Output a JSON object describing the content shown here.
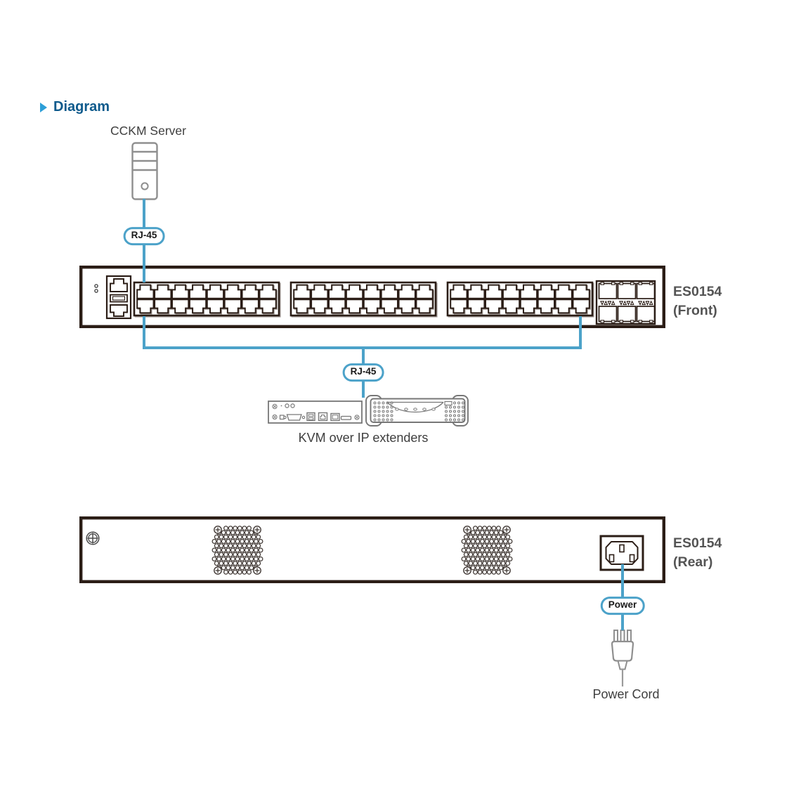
{
  "title": {
    "label": "Diagram"
  },
  "labels": {
    "server": "CCKM Server",
    "extenders": "KVM over IP extenders",
    "power_cord": "Power Cord",
    "front_device": [
      "ES0154",
      "(Front)"
    ],
    "rear_device": [
      "ES0154",
      "(Rear)"
    ]
  },
  "connectors": {
    "top": "RJ-45",
    "middle": "RJ-45",
    "power": "Power"
  },
  "front_panel": {
    "rj45_group_count": 3,
    "rj45_ports_per_row": 8,
    "rj45_rows": 2,
    "sfp_columns": 3,
    "sfp_rows": 2,
    "console_rj45_ports": 2,
    "usb_ports": 1,
    "led_count": 2
  },
  "rear_panel": {
    "fan_grille_count": 2,
    "grounding_screw_count": 1,
    "power_inlet_type": "IEC C14"
  },
  "colors": {
    "accent": "#4CA2C9",
    "title_text": "#0E5A8C",
    "title_arrow": "#2D9FD8",
    "panel_stroke": "#2B1D16",
    "port_echo": "#A59D99",
    "detail_gray": "#8F8F8F",
    "grille_stroke": "#423A36",
    "screw_gray": "#4A4A4A",
    "label_text": "#3E3E3E",
    "devlabel_text": "#545454",
    "pill_text": "#1A1A1A",
    "cable_gray": "#9B9B9B"
  }
}
